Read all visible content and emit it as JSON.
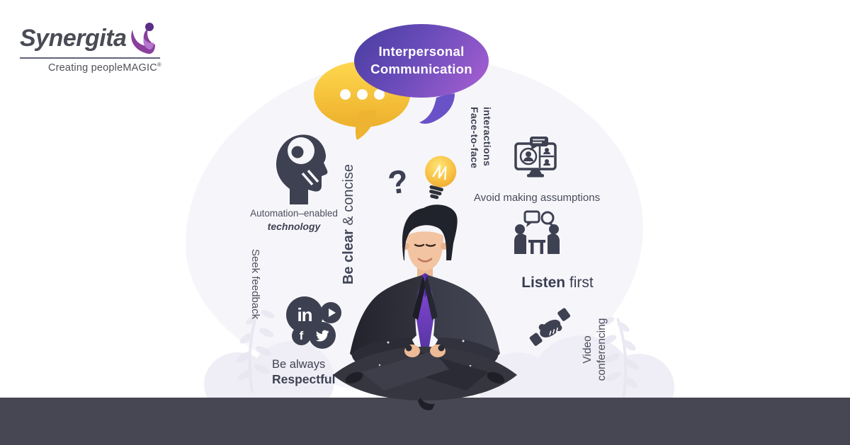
{
  "brand": {
    "name": "Synergita",
    "tagline": "Creating peopleMAGIC",
    "trademark": "®"
  },
  "title": {
    "line1": "Interpersonal",
    "line2": "Communication"
  },
  "tips": {
    "automation": {
      "line1": "Automation–enabled",
      "line2": "technology"
    },
    "be_clear": {
      "bold": "Be clear",
      "rest": " & concise"
    },
    "seek_feedback": "Seek feedback",
    "respectful": {
      "line1": "Be always",
      "line2": "Respectful"
    },
    "face_to_face": {
      "line1": "Face-to-face",
      "line2": "interactions"
    },
    "avoid_assumptions": "Avoid making assumptions",
    "listen": {
      "bold": "Listen",
      "rest": " first"
    },
    "video_conferencing": {
      "line1": "Video",
      "line2": "conferencing"
    }
  },
  "decor": {
    "question_mark": "?"
  },
  "social": {
    "linkedin": "in",
    "facebook": "f"
  },
  "colors": {
    "ink": "#3f4254",
    "band": "#474754",
    "bubble_purple_dark": "#483da0",
    "bubble_purple_light": "#aa60d4",
    "bubble_yellow": "#f2bb36",
    "shirt_purple": "#7b46c8",
    "logo_purple": "#8a3f9d",
    "background_blob": "#f6f6fa"
  }
}
